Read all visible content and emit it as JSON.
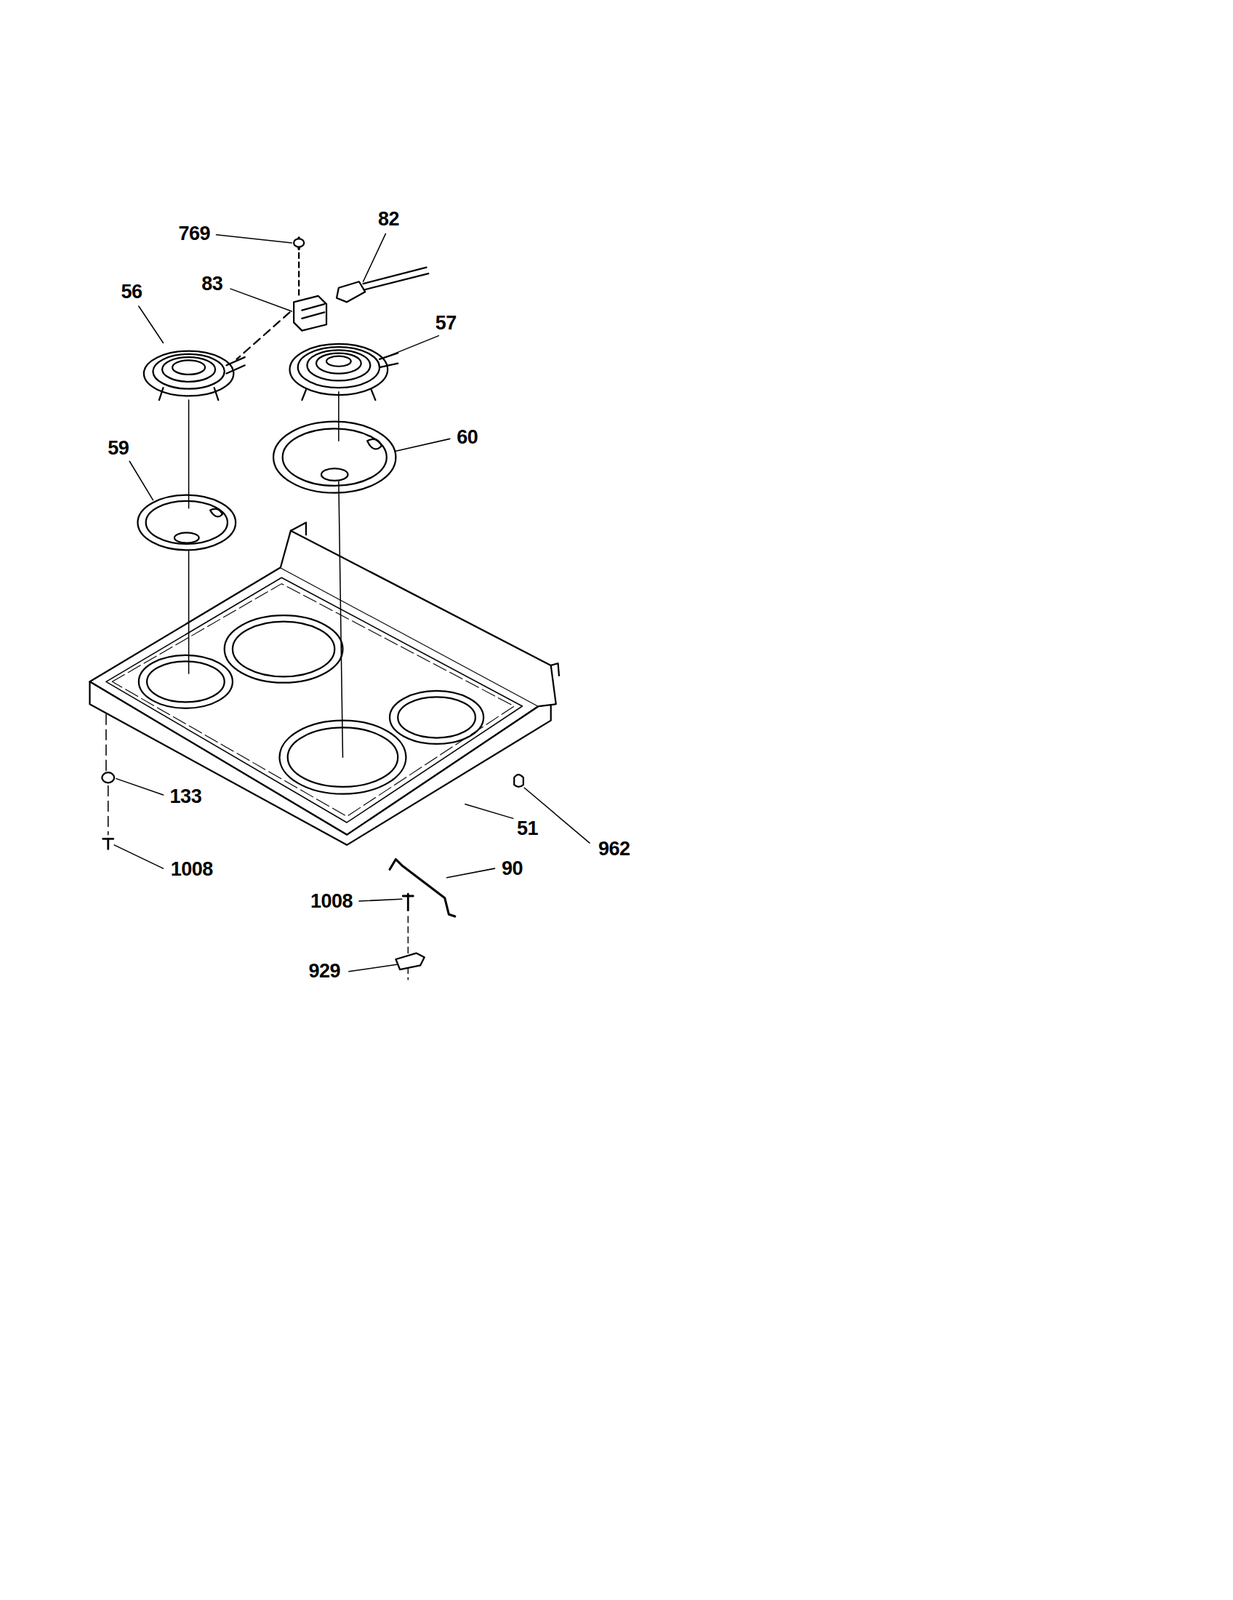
{
  "diagram": {
    "labels": [
      "769",
      "82",
      "83",
      "56",
      "57",
      "60",
      "59",
      "133",
      "51",
      "962",
      "1008",
      "90",
      "1008",
      "929"
    ]
  }
}
